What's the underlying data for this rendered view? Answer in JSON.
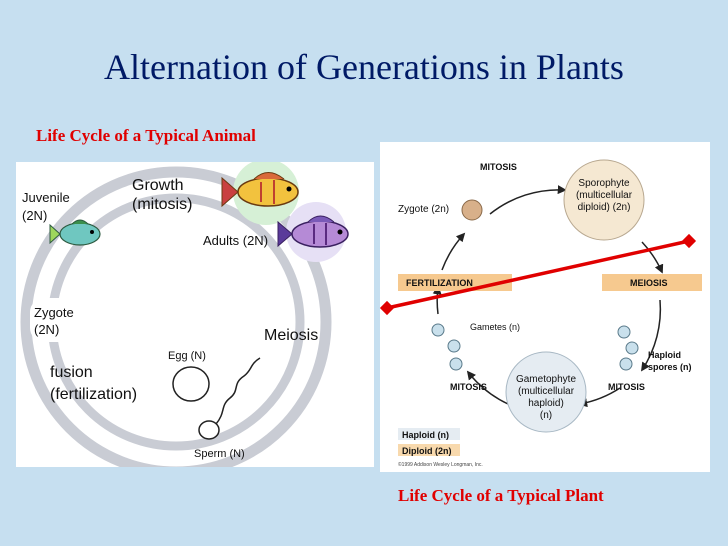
{
  "title": "Alternation of Generations in Plants",
  "animal": {
    "caption": "Life Cycle of a Typical Animal",
    "labels": {
      "growth": "Growth",
      "mitosis": "(mitosis)",
      "juvenile": "Juvenile",
      "juvenile_ploidy": "(2N)",
      "adults": "Adults (2N)",
      "zygote": "Zygote",
      "zygote_ploidy": "(2N)",
      "meiosis": "Meiosis",
      "egg": "Egg (N)",
      "fusion": "fusion",
      "fertilization": "(fertilization)",
      "sperm": "Sperm (N)"
    }
  },
  "plant": {
    "caption": "Life Cycle of a Typical Plant",
    "labels": {
      "mitosis_top": "MITOSIS",
      "sporophyte": "Sporophyte",
      "sporophyte_2": "(multicellular",
      "sporophyte_3": "diploid) (2n)",
      "zygote": "Zygote (2n)",
      "fertilization": "FERTILIZATION",
      "meiosis": "MEIOSIS",
      "gametes": "Gametes (n)",
      "haploid_spores": "Haploid",
      "haploid_spores_2": "spores (n)",
      "mitosis_left": "MITOSIS",
      "mitosis_right": "MITOSIS",
      "gametophyte": "Gametophyte",
      "gametophyte_2": "(multicellular",
      "gametophyte_3": "haploid)",
      "gametophyte_4": "(n)",
      "legend_haploid": "Haploid (n)",
      "legend_diploid": "Diploid (2n)",
      "copyright": "©1999 Addison Wesley Longman, Inc."
    }
  },
  "colors": {
    "title": "#001a66",
    "caption": "#e00000",
    "background": "#c6dff0",
    "cycle_ring": "#c9ccd4",
    "fertilization_bar": "#f6c98f",
    "haploid_swatch": "#e5ecf2",
    "diploid_swatch": "#f8d9ad",
    "red_line": "#e00000"
  }
}
